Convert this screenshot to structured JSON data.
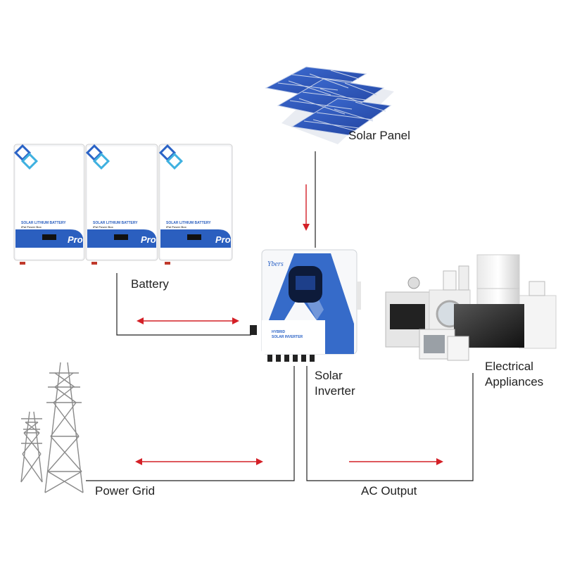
{
  "labels": {
    "solar_panel": "Solar Panel",
    "battery": "Battery",
    "solar_inverter_line1": "Solar",
    "solar_inverter_line2": "Inverter",
    "electrical_line1": "Electrical",
    "electrical_line2": "Appliances",
    "power_grid": "Power Grid",
    "ac_output": "AC Output"
  },
  "battery_text": {
    "title": "SOLAR LITHIUM BATTERY",
    "subtitle": "iPal Power Box",
    "badge": "Pro"
  },
  "inverter_text": {
    "brand": "Ybers",
    "line1": "HYBRID",
    "line2": "SOLAR INVERTER"
  },
  "colors": {
    "arrow": "#d42027",
    "line": "#222222",
    "brand_blue": "#2b63c6",
    "panel_blue": "#2d55b8"
  }
}
